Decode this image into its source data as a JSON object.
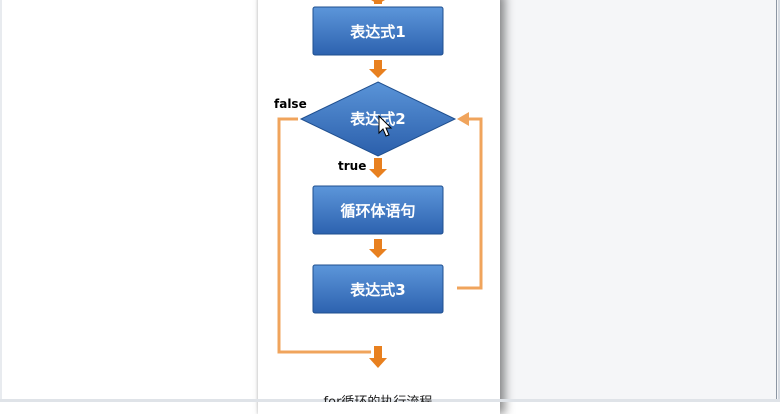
{
  "nodes": {
    "expr1": "表达式1",
    "expr2": "表达式2",
    "body": "循环体语句",
    "expr3": "表达式3"
  },
  "branches": {
    "false_label": "false",
    "true_label": "true"
  },
  "caption": "for循环的执行流程",
  "colors": {
    "box_top": "#5b93d6",
    "box_bottom": "#2f64b1",
    "box_border": "#1f4f8f",
    "arrow": "#e8801f",
    "connector": "#f0a45c"
  }
}
